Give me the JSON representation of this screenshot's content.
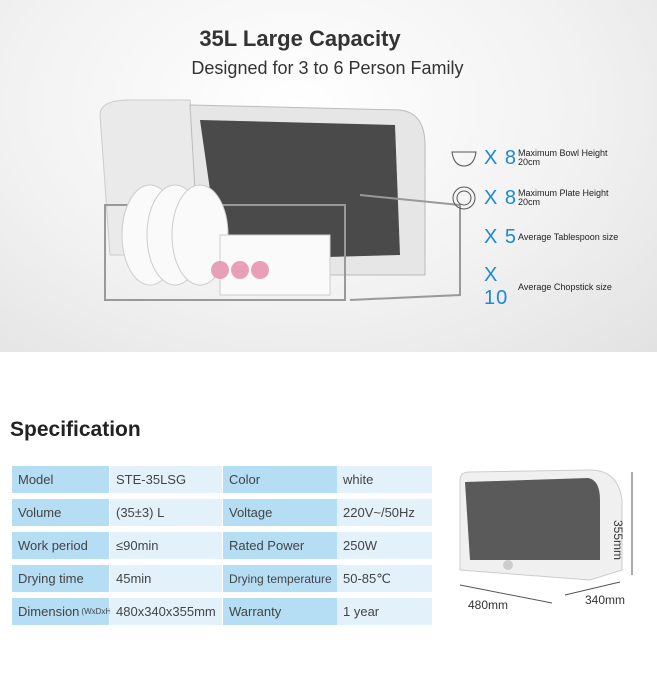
{
  "hero": {
    "title": "35L Large Capacity",
    "subtitle": "Designed for 3 to 6 Person Family",
    "features": [
      {
        "icon": "bowl-icon",
        "count": "X 8",
        "line1": "Maximum Bowl Height",
        "line2": "20cm"
      },
      {
        "icon": "plate-icon",
        "count": "X 8",
        "line1": "Maximum Plate Height",
        "line2": "20cm"
      },
      {
        "icon": "spoon-icon",
        "count": "X 5",
        "line1": "Average Tablespoon size",
        "line2": ""
      },
      {
        "icon": "chopstick-icon",
        "count": "X 10",
        "line1": "Average Chopstick size",
        "line2": ""
      }
    ],
    "accent": "#1a8ad4"
  },
  "spec": {
    "title": "Specification",
    "rows": [
      {
        "l1": "Model",
        "v1": "STE-35LSG",
        "l2": "Color",
        "v2": "white"
      },
      {
        "l1": "Volume",
        "v1": "(35±3) L",
        "l2": "Voltage",
        "v2": "220V~/50Hz"
      },
      {
        "l1": "Work period",
        "v1": "≤90min",
        "l2": "Rated Power",
        "v2": "250W"
      },
      {
        "l1": "Drying time",
        "v1": "45min",
        "l2": "Drying temperature",
        "v2": "50-85℃"
      },
      {
        "l1": "Dimension",
        "l1_note": "(WxDxH)",
        "v1": "480x340x355mm",
        "l2": "Warranty",
        "v2": "1 year"
      }
    ],
    "dims": {
      "width": "480mm",
      "depth": "340mm",
      "height": "355mm"
    },
    "label_color": "#b5ddf3",
    "value_color": "#e3f1fa"
  }
}
